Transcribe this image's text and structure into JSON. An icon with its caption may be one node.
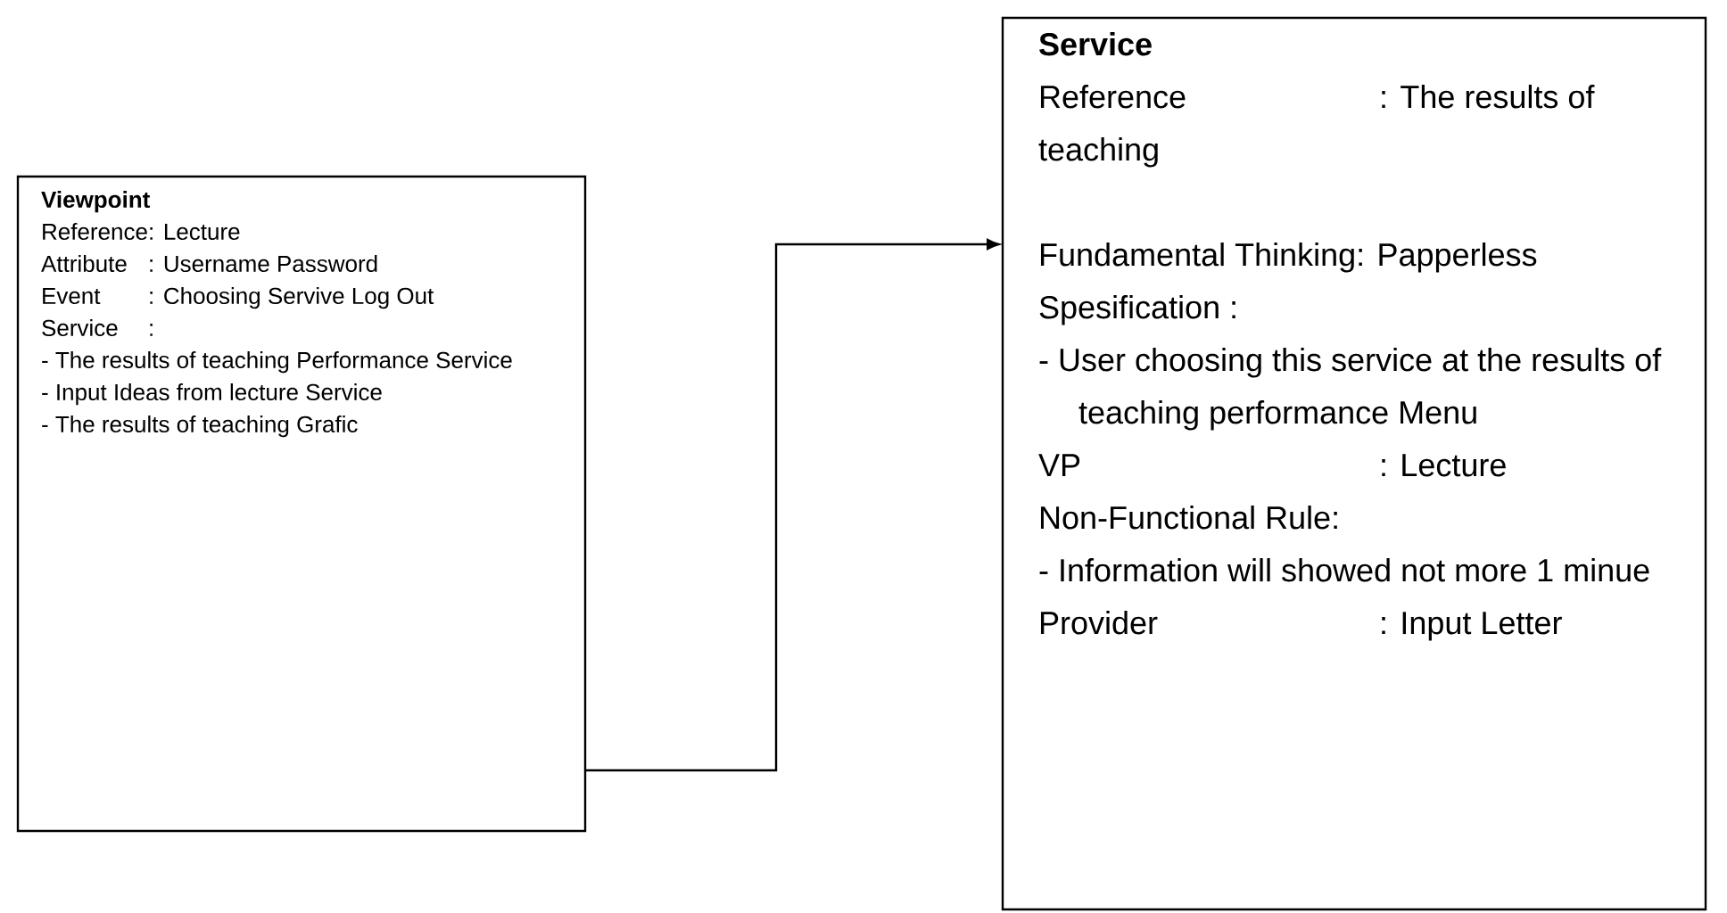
{
  "diagram": {
    "nodes": [
      {
        "text": [
          "Viewpoint",
          "Reference",
          ": Lecture",
          "Attribute",
          ": Username Password",
          "Event",
          ": Choosing Servive Log Out",
          "Service",
          ":",
          "- The results of teaching Performance Service",
          "- Input Ideas from lecture Service",
          "- The results of teaching Grafic"
        ]
      },
      {
        "text": [
          "Service",
          "Reference",
          ": The results of teaching",
          "Fundamental Thinking: Papperless",
          "Spesification :",
          "- User choosing this service at the results of teaching performance Menu",
          "VP",
          ": Lecture",
          "Non-Functional Rule:",
          "- Information will showed not more 1 minue",
          "Provider",
          ": Input Letter"
        ]
      }
    ],
    "edges": [
      {
        "from": 0,
        "to": 1,
        "arrow": "to"
      }
    ]
  }
}
